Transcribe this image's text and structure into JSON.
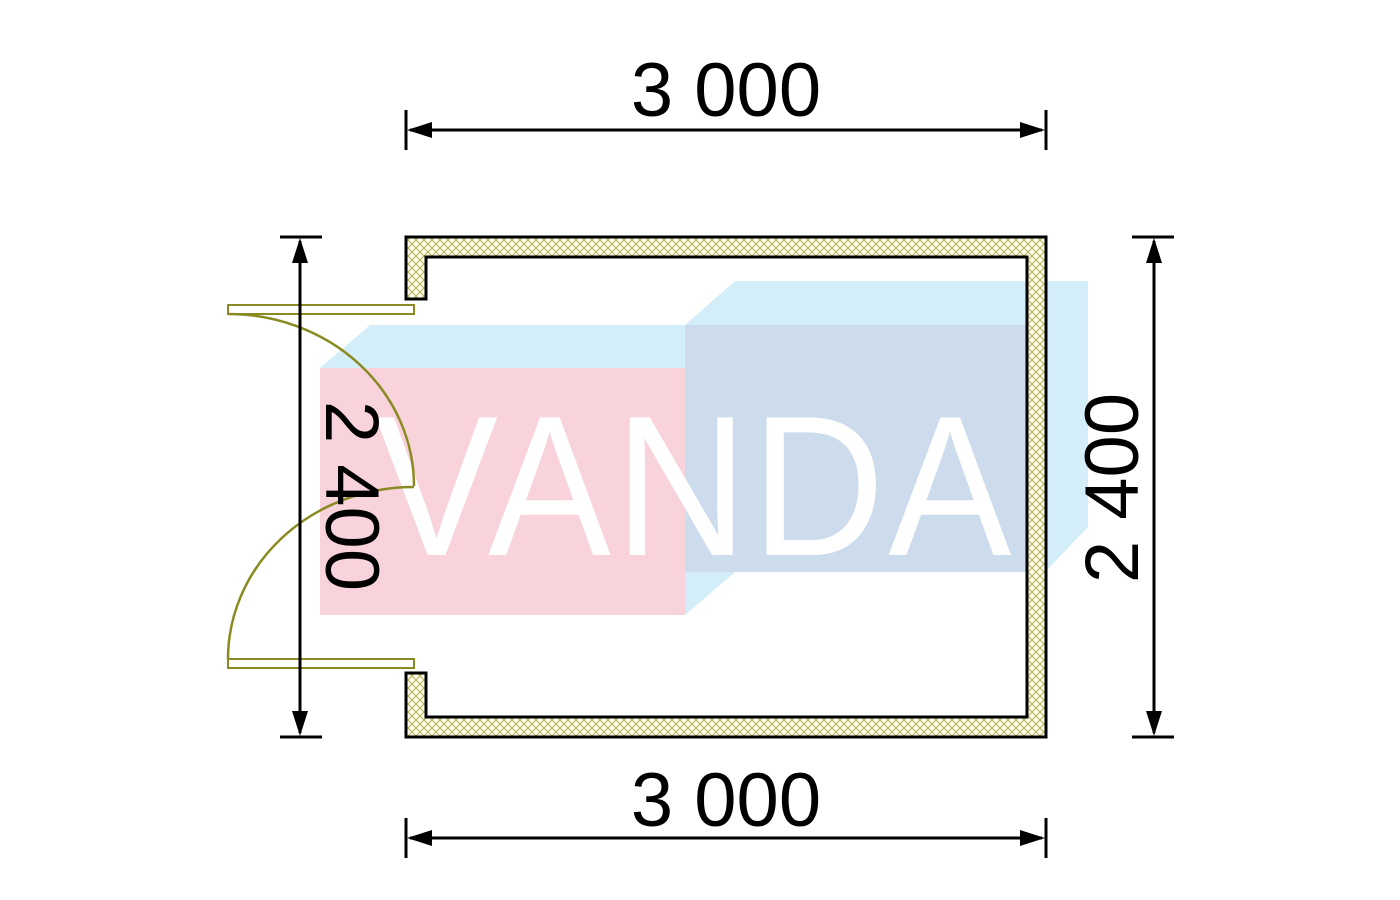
{
  "watermark": {
    "text": "VANDA",
    "pink": "#f8d3db",
    "light_blue": "#d3eef9",
    "mid_blue": "#ccdcec"
  },
  "dimensions": {
    "top_width": "3 000",
    "bottom_width": "3 000",
    "left_height": "2 400",
    "right_height": "2 400"
  },
  "colors": {
    "line": "#000000",
    "wall_hatch": "#b5b05a",
    "wall_fill": "#fdfbe8",
    "door": "#8a8a22"
  }
}
